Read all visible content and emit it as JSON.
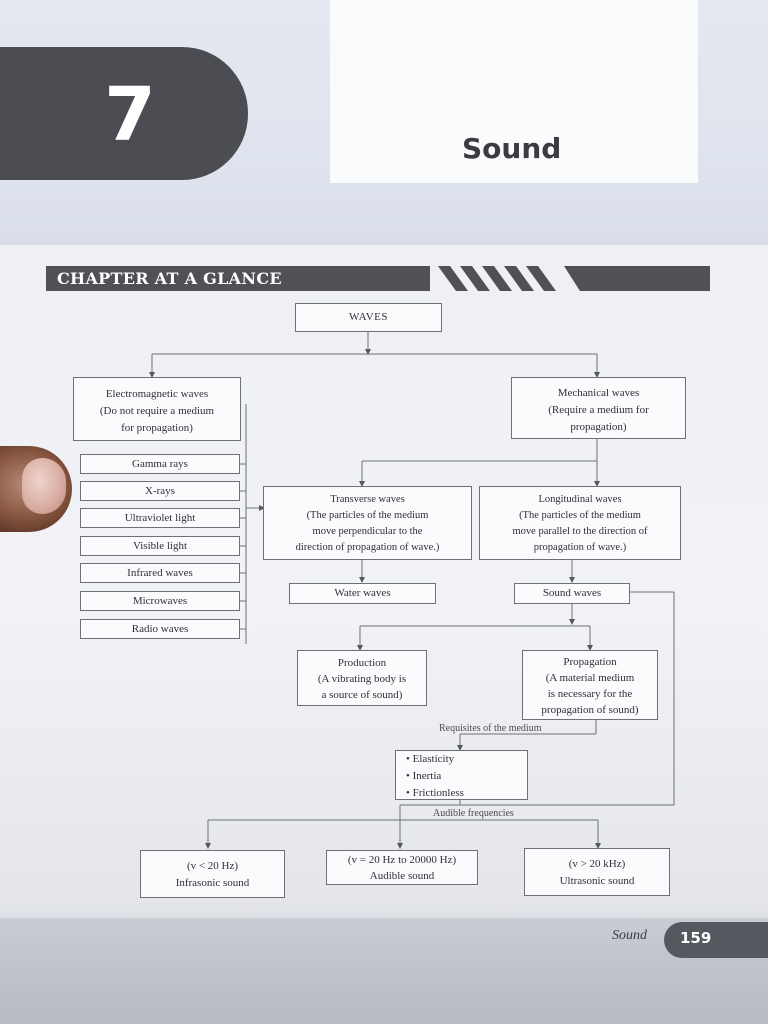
{
  "chapter": {
    "number": "7",
    "title": "Sound"
  },
  "section_heading": "CHAPTER AT A GLANCE",
  "diagram": {
    "root": "WAVES",
    "electromagnetic": [
      "Electromagnetic waves",
      "(Do not require a medium",
      "for propagation)"
    ],
    "em_types": [
      "Gamma rays",
      "X-rays",
      "Ultraviolet light",
      "Visible light",
      "Infrared waves",
      "Microwaves",
      "Radio waves"
    ],
    "mechanical": [
      "Mechanical waves",
      "(Require a medium for",
      "propagation)"
    ],
    "transverse": [
      "Transverse waves",
      "(The particles of the medium",
      "move perpendicular to the",
      "direction of propagation of wave.)"
    ],
    "longitudinal": [
      "Longitudinal waves",
      "(The particles of the medium",
      "move parallel to the direction of",
      "propagation of wave.)"
    ],
    "water_waves": "Water waves",
    "sound_waves": "Sound waves",
    "production": [
      "Production",
      "(A vibrating body is",
      "a source of sound)"
    ],
    "propagation": [
      "Propagation",
      "(A material medium",
      "is necessary for the",
      "propagation of sound)"
    ],
    "requisites_label": "Requisites of the medium",
    "requisites": [
      "• Elasticity",
      "• Inertia",
      "• Frictionless"
    ],
    "audible_label": "Audible frequencies",
    "infrasonic": [
      "(v < 20 Hz)",
      "Infrasonic sound"
    ],
    "audible": [
      "(v = 20 Hz to 20000 Hz)",
      "Audible sound"
    ],
    "ultrasonic": [
      "(v > 20 kHz)",
      "Ultrasonic sound"
    ]
  },
  "footer": {
    "label": "Sound",
    "page_number": "159"
  },
  "colors": {
    "header_dark": "#4b4d52",
    "box_border": "#6d7077",
    "text": "#2e3035"
  }
}
